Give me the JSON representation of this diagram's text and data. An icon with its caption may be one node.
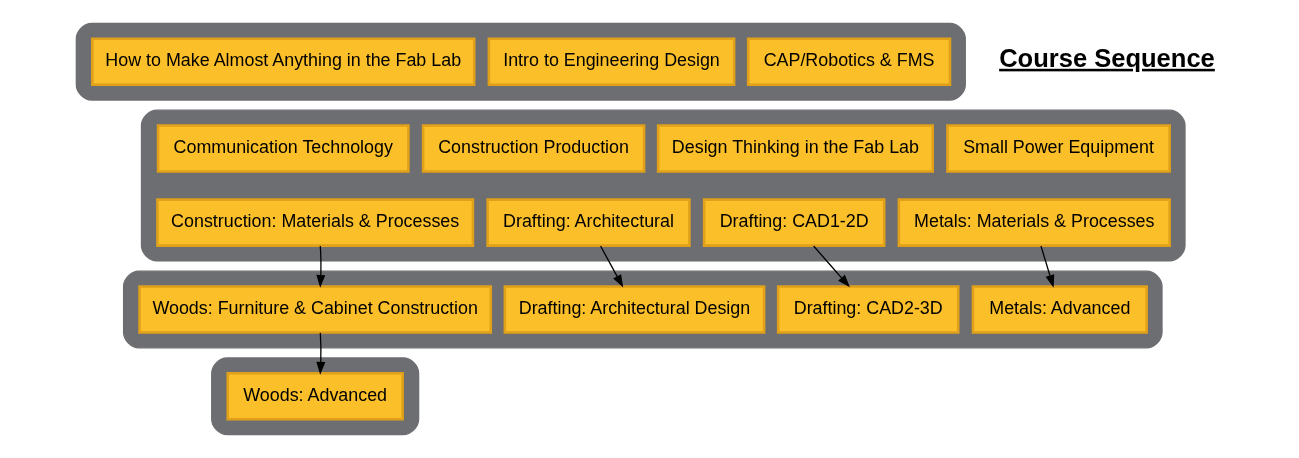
{
  "diagram": {
    "nodes": [
      {
        "text": [],
        "shape": "bar"
      },
      {
        "text": [
          "How to Make Almost Anything in the Fab Lab"
        ],
        "in": 0
      },
      {
        "text": [
          "Intro to Engineering Design"
        ],
        "in": 0
      },
      {
        "text": [
          "CAP/Robotics & FMS"
        ],
        "in": 0
      },
      {
        "text": [],
        "shape": "bar"
      },
      {
        "text": [
          "Communication Technology"
        ],
        "in": 4
      },
      {
        "text": [
          "Construction Production"
        ],
        "in": 4
      },
      {
        "text": [
          "Design Thinking in the Fab Lab"
        ],
        "in": 4
      },
      {
        "text": [
          "Small Power Equipment"
        ],
        "in": 4
      },
      {
        "text": [
          "Construction: Materials & Processes"
        ],
        "in": 4
      },
      {
        "text": [
          "Drafting: Architectural"
        ],
        "in": 4
      },
      {
        "text": [
          "Drafting: CAD1-2D"
        ],
        "in": 4
      },
      {
        "text": [
          "Metals: Materials & Processes"
        ],
        "in": 4
      },
      {
        "text": [],
        "shape": "bar"
      },
      {
        "text": [
          "Woods: Furniture & Cabinet Construction"
        ],
        "in": 13
      },
      {
        "text": [
          "Drafting: Architectural Design"
        ],
        "in": 13
      },
      {
        "text": [
          "Drafting: CAD2-3D"
        ],
        "in": 13
      },
      {
        "text": [
          "Metals: Advanced"
        ],
        "in": 13
      },
      {
        "text": [],
        "shape": "bar"
      },
      {
        "text": [
          "Woods: Advanced"
        ],
        "in": 18
      }
    ],
    "edges": [
      {
        "from": 9,
        "to": 14,
        "arrow": "to"
      },
      {
        "from": 10,
        "to": 15,
        "arrow": "to"
      },
      {
        "from": 11,
        "to": 16,
        "arrow": "to"
      },
      {
        "from": 12,
        "to": 17,
        "arrow": "to"
      },
      {
        "from": 14,
        "to": 19,
        "arrow": "to"
      }
    ],
    "labels": [
      "Course Sequence"
    ]
  }
}
